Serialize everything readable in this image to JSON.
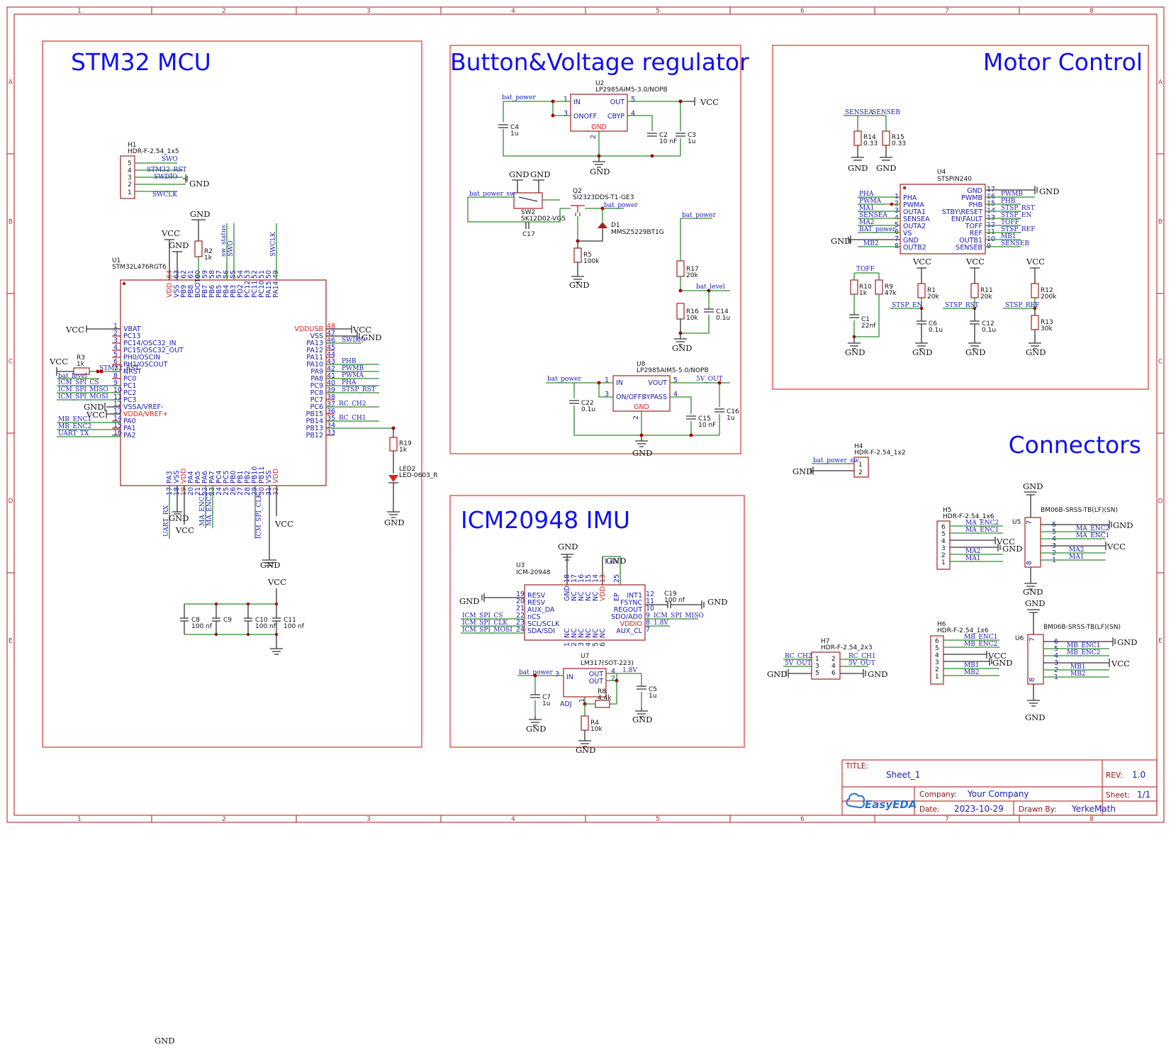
{
  "sections": {
    "mcu": "STM32 MCU",
    "regulator": "Button&Voltage regulator",
    "motor": "Motor Control",
    "imu": "ICM20948 IMU",
    "connectors": "Connectors"
  },
  "grid": {
    "columns": [
      "1",
      "2",
      "3",
      "4",
      "5",
      "6",
      "7",
      "8"
    ],
    "rows": [
      "A",
      "B",
      "C",
      "D",
      "E"
    ]
  },
  "power": {
    "vcc": "VCC",
    "gnd": "GND"
  },
  "parts": {
    "h1": {
      "ref": "H1",
      "value": "HDR-F-2.54_1x5",
      "pins": [
        "5",
        "4",
        "3",
        "2",
        "1"
      ],
      "nets": [
        "SWO",
        "STM32_RST",
        "SWDIO",
        "SWCLK"
      ]
    },
    "u1": {
      "ref": "U1",
      "value": "STM32L476RGT6",
      "left_pins": [
        "VBAT",
        "PC13",
        "PC14/OSC32_IN",
        "PC15/OSC32_OUT",
        "PH0/OSCIN",
        "PH1/OSCOUT",
        "NRST",
        "PC0",
        "PC1",
        "PC2",
        "PC3",
        "VSSA/VREF-",
        "VDDA/VREF+",
        "PA0",
        "PA1",
        "PA2"
      ],
      "left_nums": [
        "1",
        "2",
        "3",
        "4",
        "5",
        "6",
        "7",
        "8",
        "9",
        "10",
        "11",
        "12",
        "13",
        "14",
        "15",
        "16"
      ],
      "right_pins": [
        "VDDUSB",
        "VSS",
        "PA13",
        "PA12",
        "PA11",
        "PA10",
        "PA9",
        "PA8",
        "PC9",
        "PC8",
        "PC7",
        "PC6",
        "PB15",
        "PB14",
        "PB13",
        "PB12"
      ],
      "right_nums": [
        "48",
        "47",
        "46",
        "45",
        "44",
        "43",
        "42",
        "41",
        "40",
        "39",
        "38",
        "37",
        "36",
        "35",
        "34",
        "33"
      ],
      "top_pins": [
        "VDD",
        "VSS",
        "PB9",
        "PB8",
        "BOOT0",
        "PB7",
        "PB6",
        "PB5",
        "PB4",
        "PB3",
        "PD2",
        "PC12",
        "PC11",
        "PC10",
        "PA15",
        "PA14"
      ],
      "top_nums": [
        "64",
        "63",
        "62",
        "61",
        "60",
        "59",
        "58",
        "57",
        "56",
        "55",
        "54",
        "53",
        "52",
        "51",
        "50",
        "49"
      ],
      "bottom_pins": [
        "PA3",
        "VSS",
        "VDD",
        "PA4",
        "PA5",
        "PA6",
        "PA7",
        "PC4",
        "PC5",
        "PB0",
        "PB1",
        "PB2",
        "PB10",
        "PB11",
        "VSS",
        "VDD"
      ],
      "bottom_nums": [
        "17",
        "18",
        "19",
        "20",
        "21",
        "22",
        "23",
        "24",
        "25",
        "26",
        "27",
        "28",
        "29",
        "30",
        "31",
        "32"
      ]
    },
    "r2": {
      "ref": "R2",
      "value": "1k"
    },
    "r3": {
      "ref": "R3",
      "value": "1k"
    },
    "r19": {
      "ref": "R19",
      "value": "1k"
    },
    "led2": {
      "ref": "LED2",
      "value": "LED-0603_R"
    },
    "c8": {
      "ref": "C8",
      "value": "100 nf"
    },
    "c9": {
      "ref": "C9",
      "value": ""
    },
    "c10": {
      "ref": "C10",
      "value": "100 nf"
    },
    "c11": {
      "ref": "C11",
      "value": "100 nf"
    },
    "u2": {
      "ref": "U2",
      "value": "LP2985AIM5-3.0/NOPB",
      "pins": [
        "IN",
        "ONOFF",
        "OUT",
        "CBYP",
        "GND"
      ],
      "nums": [
        "1",
        "3",
        "5",
        "4",
        "2"
      ]
    },
    "c4": {
      "ref": "C4",
      "value": "1u"
    },
    "c2": {
      "ref": "C2",
      "value": "10 nF"
    },
    "c3": {
      "ref": "C3",
      "value": "1u"
    },
    "sw2": {
      "ref": "SW2",
      "value": "SK12D02-VG5"
    },
    "c17": {
      "ref": "C17",
      "value": ""
    },
    "q2": {
      "ref": "Q2",
      "value": "SI2323DDS-T1-GE3"
    },
    "d1": {
      "ref": "D1",
      "value": "MMSZ5229BT1G"
    },
    "r5": {
      "ref": "R5",
      "value": "100k"
    },
    "r17": {
      "ref": "R17",
      "value": "20k"
    },
    "r16": {
      "ref": "R16",
      "value": "10k"
    },
    "c14": {
      "ref": "C14",
      "value": "0.1u"
    },
    "u8": {
      "ref": "U8",
      "value": "LP2985AIM5-5.0/NOPB",
      "pins": [
        "IN",
        "VOUT",
        "ON/OFF",
        "BYPASS",
        "GND"
      ],
      "nums": [
        "1",
        "5",
        "3",
        "4",
        "2"
      ]
    },
    "c22": {
      "ref": "C22",
      "value": "0.1u"
    },
    "c15": {
      "ref": "C15",
      "value": "10 nF"
    },
    "c16": {
      "ref": "C16",
      "value": "1u"
    },
    "r14": {
      "ref": "R14",
      "value": "0.33"
    },
    "r15": {
      "ref": "R15",
      "value": "0.33"
    },
    "u4": {
      "ref": "U4",
      "value": "STSPIN240",
      "left_pins": [
        "PHA",
        "PWMA",
        "OUTA1",
        "SENSEA",
        "OUTA2",
        "VS",
        "GND",
        "OUTB2"
      ],
      "left_nums": [
        "1",
        "2",
        "3",
        "4",
        "5",
        "6",
        "7",
        "8"
      ],
      "right_pins": [
        "GND",
        "PWMB",
        "PHB",
        "STBY\\RESET",
        "EN\\FAULT",
        "TOFF",
        "REF",
        "OUTB1",
        "SENSEB"
      ],
      "right_nums": [
        "17",
        "16",
        "15",
        "14",
        "13",
        "12",
        "11",
        "10",
        "9"
      ]
    },
    "r10": {
      "ref": "R10",
      "value": "1k"
    },
    "r9": {
      "ref": "R9",
      "value": "47k"
    },
    "c1": {
      "ref": "C1",
      "value": "22nf"
    },
    "r1": {
      "ref": "R1",
      "value": "20k"
    },
    "c6": {
      "ref": "C6",
      "value": "0.1u"
    },
    "r11": {
      "ref": "R11",
      "value": "20k"
    },
    "c12": {
      "ref": "C12",
      "value": "0.1u"
    },
    "r12": {
      "ref": "R12",
      "value": "200k"
    },
    "r13": {
      "ref": "R13",
      "value": "30k"
    },
    "u3": {
      "ref": "U3",
      "value": "ICM-20948",
      "left_pins": [
        "RESV",
        "RESV",
        "AUX_DA",
        "nCS",
        "SCL/SCLK",
        "SDA/SDI"
      ],
      "left_nums": [
        "19",
        "20",
        "21",
        "22",
        "23",
        "24"
      ],
      "right_pins": [
        "INT1",
        "FSYNC",
        "REGOUT",
        "SDO/AD0",
        "VDDIO",
        "AUX_CL"
      ],
      "right_nums": [
        "12",
        "11",
        "10",
        "9",
        "8",
        "7"
      ],
      "top_pins": [
        "GND",
        "NC",
        "NC",
        "NC",
        "NC",
        "VDD",
        "EP"
      ],
      "top_nums": [
        "18",
        "17",
        "16",
        "15",
        "14",
        "13",
        "25"
      ],
      "bottom_pins": [
        "NC",
        "NC",
        "NC",
        "NC",
        "NC",
        "NC"
      ],
      "bottom_nums": [
        "1",
        "2",
        "3",
        "4",
        "5",
        "6"
      ]
    },
    "c19": {
      "ref": "C19",
      "value": "100 nf"
    },
    "u7": {
      "ref": "U7",
      "value": "LM317(SOT-223)",
      "pins": [
        "IN",
        "OUT",
        "OUT",
        "ADJ"
      ],
      "nums": [
        "3",
        "4",
        "2",
        "1"
      ]
    },
    "c7": {
      "ref": "C7",
      "value": "1u"
    },
    "r8": {
      "ref": "R8",
      "value": "4.4k"
    },
    "r4": {
      "ref": "R4",
      "value": "10k"
    },
    "c5": {
      "ref": "C5",
      "value": "1u"
    },
    "h4": {
      "ref": "H4",
      "value": "HDR-F-2.54_1x2"
    },
    "h5": {
      "ref": "H5",
      "value": "HDR-F-2.54_1x6"
    },
    "h6": {
      "ref": "H6",
      "value": "HDR-F-2.54_1x6"
    },
    "h7": {
      "ref": "H7",
      "value": "HDR-F-2.54_2x3"
    },
    "u5": {
      "ref": "U5",
      "value": "BM06B-SRSS-TB(LF)(SN)"
    },
    "u6": {
      "ref": "U6",
      "value": "BM06B-SRSS-TB(LF)(SN)"
    }
  },
  "nets": {
    "bat_power": "bat_power",
    "bat_power_sw": "bat_power_sw",
    "bat_level": "bat_level",
    "sw_status": "sw_status",
    "swo": "SWO",
    "swclk": "SWCLK",
    "swdio": "SWDIO",
    "stm32_rst": "STM32_RST",
    "icm_cs": "ICM_SPI_CS",
    "icm_miso": "ICM_SPI_MISO",
    "icm_mosi": "ICM_SPI_MOSI",
    "icm_clk": "ICM_SPI_CLK",
    "mb_enc1": "MB_ENC1",
    "mb_enc2": "MB_ENC2",
    "ma_enc1": "MA_ENC1",
    "ma_enc2": "MA_ENC2",
    "uart_tx": "UART_TX",
    "uart_rx": "UART_RX",
    "phb": "PHB",
    "pwmb": "PWMB",
    "pwma": "PWMA",
    "pha": "PHA",
    "stsp_rst": "STSP_RST",
    "stsp_en": "STSP_EN",
    "stsp_ref": "STSP_REF",
    "toff": "TOFF",
    "rc_ch1": "RC_CH1",
    "rc_ch2": "RC_CH2",
    "v5_out": "5V_OUT",
    "v1_8": "1.8V",
    "sensea": "SENSEA",
    "senseb": "SENSEB",
    "ma1": "MA1",
    "ma2": "MA2",
    "mb1": "MB1",
    "mb2": "MB2",
    "bat_power_cap": "BAT_power"
  },
  "title_block": {
    "title_label": "TITLE:",
    "title": "Sheet_1",
    "rev_label": "REV:",
    "rev": "1.0",
    "company_label": "Company:",
    "company": "Your Company",
    "sheet_label": "Sheet:",
    "sheet": "1/1",
    "date_label": "Date:",
    "date": "2023-10-29",
    "drawn_label": "Drawn By:",
    "drawn_by": "YerkeMath",
    "logo": "EasyEDA"
  },
  "stray_label": "GND"
}
